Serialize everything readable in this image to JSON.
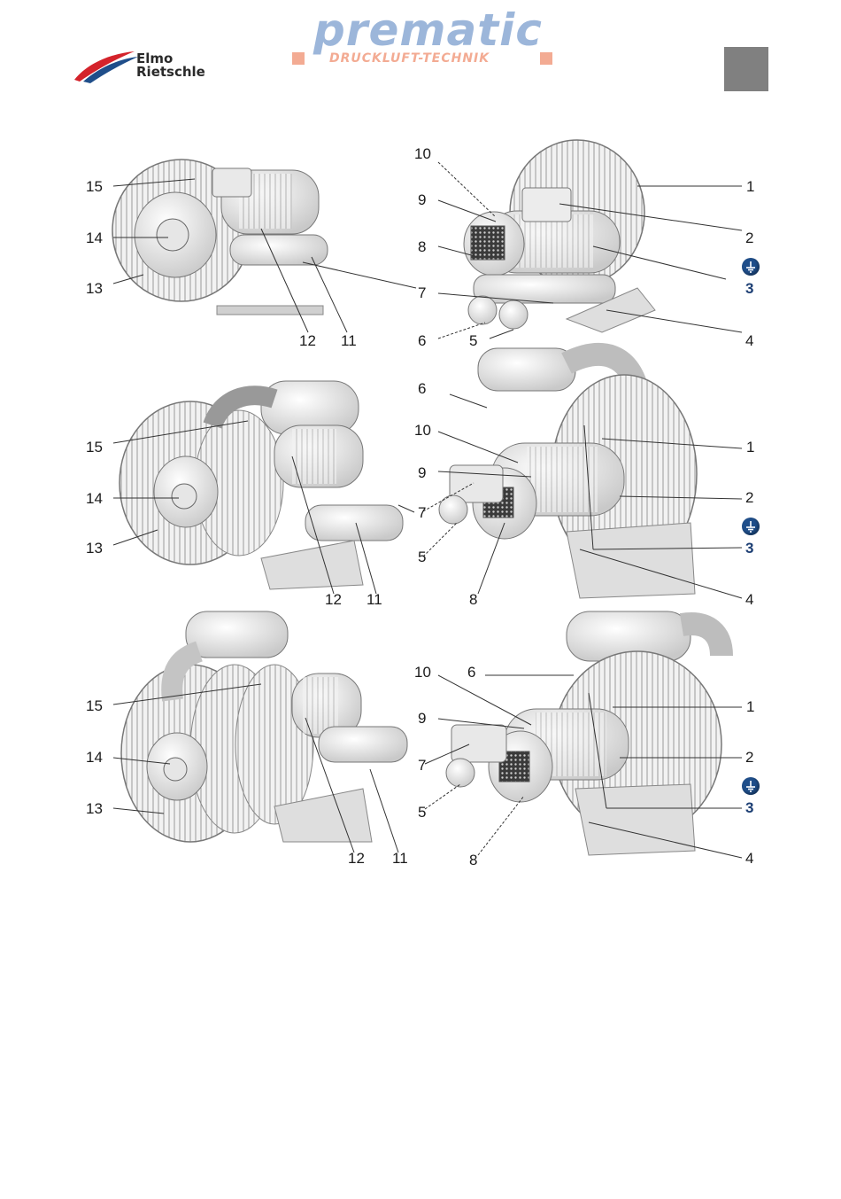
{
  "header": {
    "elmo_logo": {
      "line1": "Elmo",
      "line2": "Rietschle"
    },
    "prematic_logo": {
      "name": "prematic",
      "tagline": "DRUCKLUFT-TECHNIK"
    },
    "section_tab": ""
  },
  "colors": {
    "elmo_red": "#d4232b",
    "elmo_blue": "#1f4e8a",
    "prematic_blue": "#9cb6da",
    "prematic_salmon": "#f3ab93",
    "tab_grey": "#808080",
    "earth_blue": "#1f4e8a"
  },
  "icons": [
    "earth-ground-icon"
  ],
  "figure": {
    "row1_left": {
      "labels": [
        "15",
        "14",
        "13",
        "12",
        "11"
      ]
    },
    "row1_right": {
      "labels": [
        "10",
        "9",
        "8",
        "7",
        "6",
        "5",
        "1",
        "2",
        "3",
        "4"
      ]
    },
    "row2_left": {
      "labels": [
        "15",
        "14",
        "13",
        "12",
        "11"
      ]
    },
    "row2_right": {
      "labels": [
        "6",
        "10",
        "9",
        "7",
        "5",
        "8",
        "1",
        "2",
        "3",
        "4"
      ]
    },
    "row3_left": {
      "labels": [
        "15",
        "14",
        "13",
        "12",
        "11"
      ]
    },
    "row3_right": {
      "labels": [
        "10",
        "6",
        "9",
        "7",
        "5",
        "8",
        "1",
        "2",
        "3",
        "4"
      ]
    }
  }
}
